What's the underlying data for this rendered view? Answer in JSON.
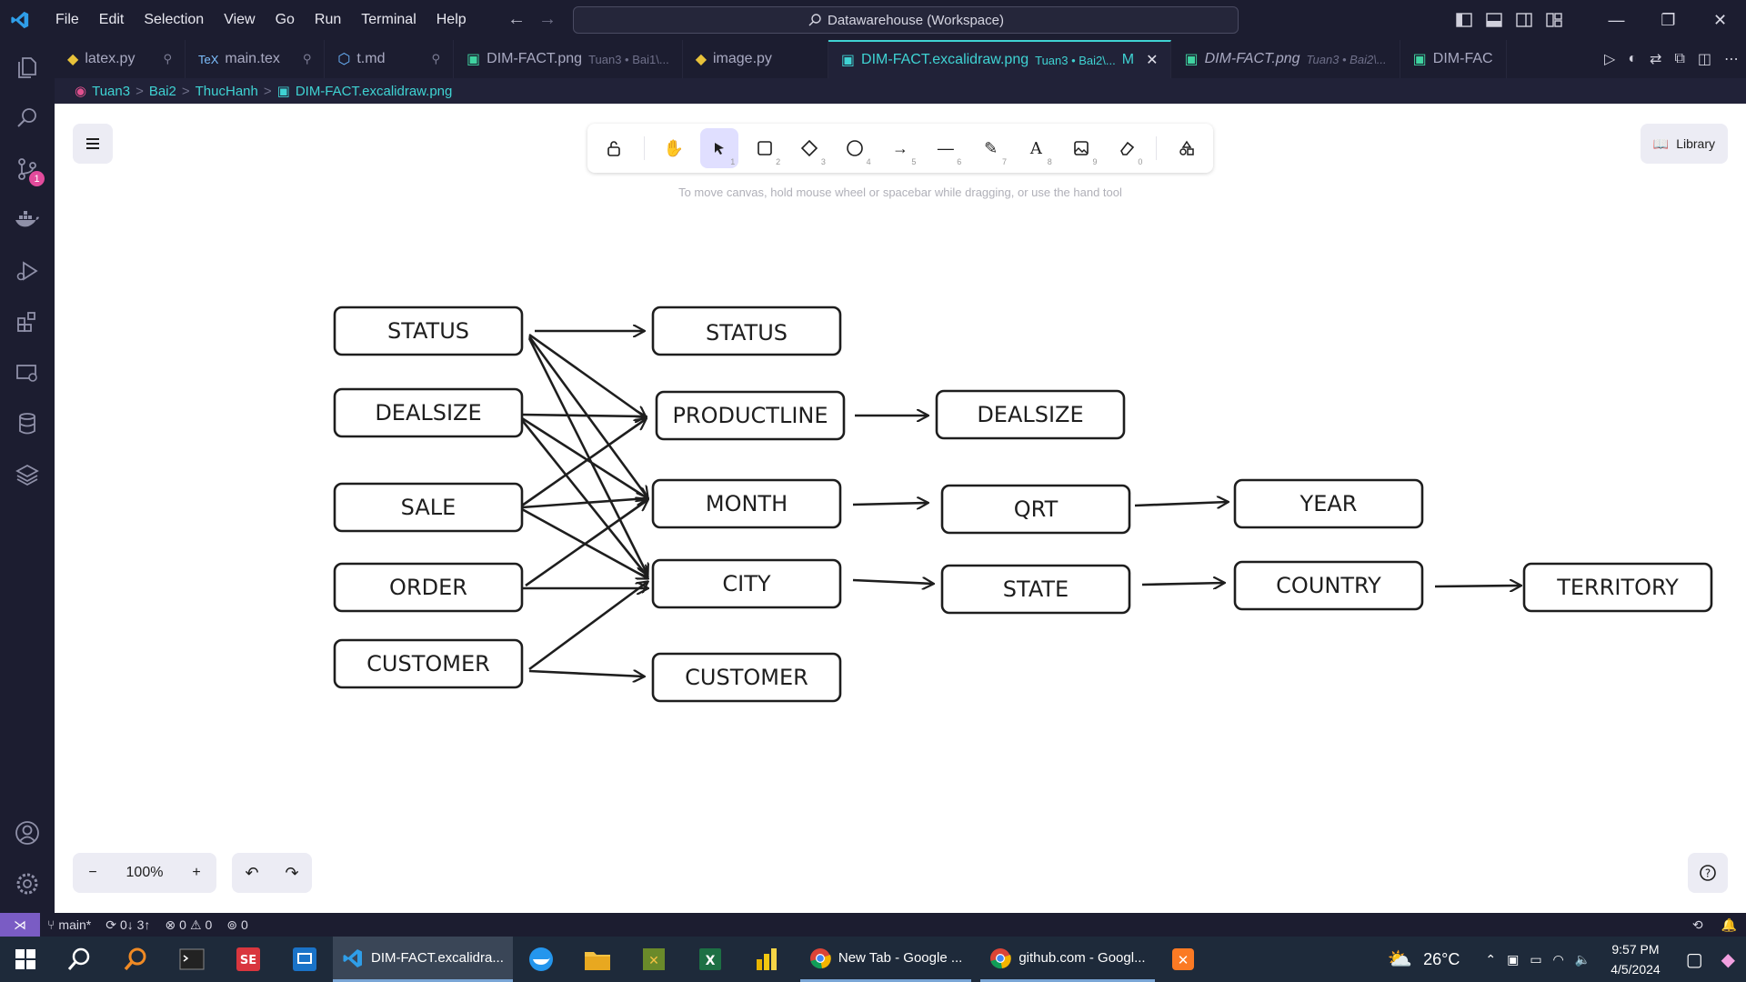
{
  "window": {
    "menu": [
      "File",
      "Edit",
      "Selection",
      "View",
      "Go",
      "Run",
      "Terminal",
      "Help"
    ],
    "command_center": "Datawarehouse (Workspace)"
  },
  "activity_bar": {
    "items": [
      "explorer-icon",
      "search-icon",
      "source-control-icon",
      "docker-icon",
      "run-debug-icon",
      "extensions-icon",
      "remote-explorer-icon",
      "database-icon",
      "layers-icon"
    ],
    "source_control_badge": "1",
    "bottom": [
      "account-icon",
      "settings-icon"
    ]
  },
  "tabs": [
    {
      "label": "latex.py",
      "desc": "",
      "icon": "python"
    },
    {
      "label": "main.tex",
      "desc": "",
      "icon": "tex"
    },
    {
      "label": "t.md",
      "desc": "",
      "icon": "markdown"
    },
    {
      "label": "DIM-FACT.png",
      "desc": "Tuan3 • Bai1\\...",
      "icon": "image"
    },
    {
      "label": "image.py",
      "desc": "",
      "icon": "python"
    },
    {
      "label": "DIM-FACT.excalidraw.png",
      "desc": "Tuan3 • Bai2\\...",
      "modified": "M",
      "icon": "image",
      "active": true
    },
    {
      "label": "DIM-FACT.png",
      "desc": "Tuan3 • Bai2\\...",
      "icon": "image"
    },
    {
      "label": "DIM-FAC",
      "desc": "",
      "icon": "image"
    }
  ],
  "breadcrumb": [
    "Tuan3",
    "Bai2",
    "ThucHanh",
    "DIM-FACT.excalidraw.png"
  ],
  "excalidraw": {
    "tools": [
      {
        "name": "lock",
        "key": ""
      },
      {
        "name": "hand",
        "key": ""
      },
      {
        "name": "selection",
        "key": "1"
      },
      {
        "name": "rectangle",
        "key": "2"
      },
      {
        "name": "diamond",
        "key": "3"
      },
      {
        "name": "ellipse",
        "key": "4"
      },
      {
        "name": "arrow",
        "key": "5"
      },
      {
        "name": "line",
        "key": "6"
      },
      {
        "name": "draw",
        "key": "7"
      },
      {
        "name": "text",
        "key": "8"
      },
      {
        "name": "image",
        "key": "9"
      },
      {
        "name": "eraser",
        "key": "0"
      },
      {
        "name": "more-tools",
        "key": ""
      }
    ],
    "hint": "To move canvas, hold mouse wheel or spacebar while dragging, or use the hand tool",
    "library_label": "Library",
    "zoom": "100%"
  },
  "diagram": {
    "nodes": {
      "src_status": "STATUS",
      "src_dealsize": "DEALSIZE",
      "src_sale": "SALE",
      "src_order": "ORDER",
      "src_customer": "CUSTOMER",
      "dim_status": "STATUS",
      "dim_productline": "PRODUCTLINE",
      "dim_month": "MONTH",
      "dim_city": "CITY",
      "dim_customer": "CUSTOMER",
      "dim_dealsize": "DEALSIZE",
      "dim_qrt": "QRT",
      "dim_state": "STATE",
      "dim_year": "YEAR",
      "dim_country": "COUNTRY",
      "dim_territory": "TERRITORY"
    }
  },
  "statusbar": {
    "branch": "main*",
    "sync": "0↓ 3↑",
    "errors": "0",
    "warnings": "0",
    "ports": "0"
  },
  "taskbar": {
    "apps": [
      {
        "label": "DIM-FACT.excalidra...",
        "icon": "vscode"
      },
      {
        "label": "New Tab - Google ...",
        "icon": "chrome"
      },
      {
        "label": "github.com - Googl...",
        "icon": "chrome"
      }
    ],
    "weather": "26°C",
    "time": "9:57 PM",
    "date": "4/5/2024"
  }
}
